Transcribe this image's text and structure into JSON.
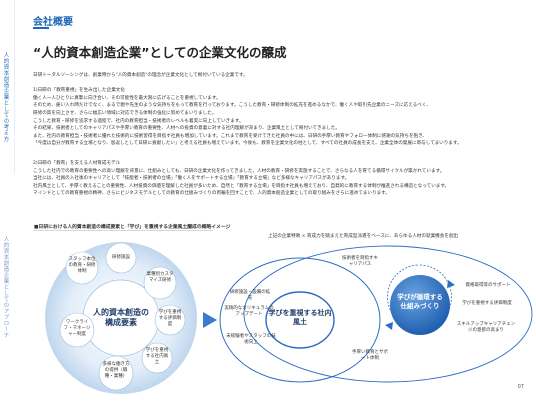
{
  "side": {
    "label_top": "人的資本創造企業としての考え方",
    "label_bottom": "人的資本創造企業としてのアプローチ"
  },
  "header": {
    "section": "会社概要",
    "title": "“人的資本創造企業”としての企業文化の醸成"
  },
  "body": {
    "p1": [
      "日研トータルソーシングは、創業時から\"人的資本創造\"の理念が企業文化として根付いている企業です。",
      "",
      "1)日研の「教育重視」を生み出した企業文化",
      "働く人一人ひとりに真摯に向き合い、その可能性を最大限に広げることを重視しています。",
      "そのため、雇い入れ時だけでなく、まるで親や先生のような気持ちをもって教育を行っております。こうした教育・研修体制の拡充を進めるなかで、働く人や取引先企業のニーズに応えるべく、",
      "研修の質を向上させ、さらに幅広い領域に対応できる体制の強化に努めてまいりました。",
      "こうした教育・研修を追求する過程で、社内の教育担当・技術者のレベルも着実に向上していきます。",
      "その結果、技術者としてのキャリアパスや手厚い教育の重要性、人材への投資の意義に対する社内理解が深まり、企業風土として根付いてきました。",
      "また、社内の教育担当・技術者に優れた技術的に技術習得を目指す社員も増加しています。これまで教育を受けてきた社員の中には、日研の手厚い教育やフォロー体制に感謝の気持ちを抱き、",
      "「今度は自分が教育する立場となり、恩返しとして日研に貢献したい」と考える社員も増えています。今後も、教育を企業文化の柱として、すべての社員の成長を支え、企業全体の発展に寄与してまいります。"
    ],
    "p2": [
      "2)日研の「教育」を支える人材育成モデル",
      "こうした社内での教育の重要性への高い理解を背景に、仕組みとしても、日研の企業文化を作ってきました。人材の教育・研修を実施することで、さらなる人を育てる循環サイクルが築かれています。",
      "当社には、社員の入社後のキャリアとして「技能者・技術者の立場」「働く人をサポートする立場」「教育する立場」など多様なキャリアパスがあります。",
      "社内風土として、手厚く教えることの重要性、人材投資の価値を理解した社員が多いため、自然と「教育する立場」を目指す社員も増えており、自発的に教育する体制が推進される構造となっています。",
      "マインドとしての教育重視の精神、さらにビジネスモデルとしての教育の仕組みづくりの両輪を回すことで、人的資本創造企業としての取り組みをさらに進めてまいります。"
    ]
  },
  "figure": {
    "title": "■日研における人的資本創造の構成要素と「学び」を重視する企業風土醸成の概略イメージ",
    "right_title": "上記の企業特徴 × 育成力を踏まえた育成型派遣をベースに、あらゆる人材の就業機会を創出",
    "core": "人的資本創造の構成要素",
    "satellites": [
      "研修施設",
      "業種別カスタマイズ研修",
      "学びを重視する評価制度",
      "学びを重視する社内風土",
      "多様な働き方の提供（職種・業種）",
      "ワークライフ・マネージャー制度",
      "スタッフ本位の教育・研修体制"
    ],
    "middle": "学びを重視する社内風土",
    "middle_items": [
      "技術者を目指すキャリアパス",
      "研修施設・設備の拡充",
      "実践的なカリキュラムのアップデート",
      "未経験者やスタッフの技術向上",
      "手厚い教育とサポート体制"
    ],
    "right_circle": "学びが循環する仕組みづくり",
    "right_items": [
      "資格取得等のサポート",
      "学びを重視する評価制度",
      "スキルアップキャリアチェンジの意欲の高まり"
    ]
  },
  "footer": {
    "page": "07"
  },
  "colors": {
    "accent": "#1f66b6",
    "light": "#dbe8f6",
    "deep": "#2a6dc4"
  }
}
